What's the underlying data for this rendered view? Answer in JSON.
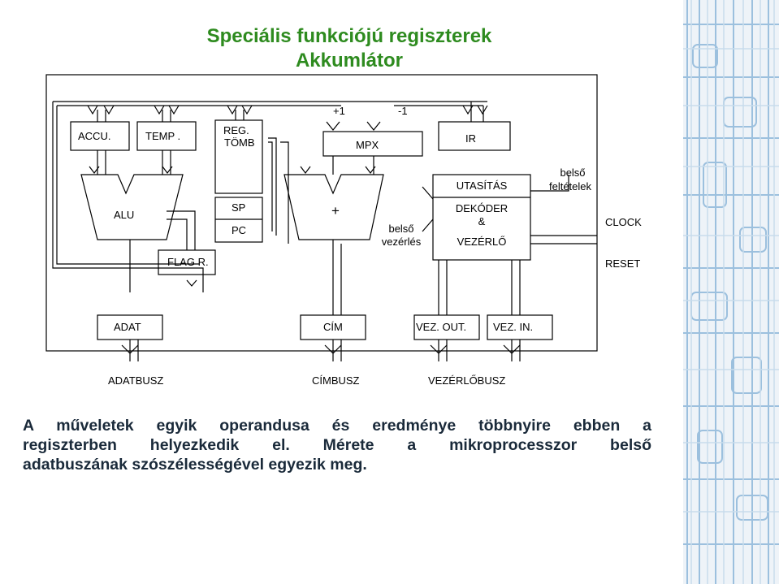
{
  "title": {
    "line1": "Speciális funkciójú regiszterek",
    "line2": "Akkumlátor"
  },
  "diagram": {
    "accu": "ACCU.",
    "temp": "TEMP .",
    "reg1": "REG.",
    "reg2": "TÖMB",
    "plus1": "+1",
    "minus1": "-1",
    "mpx": "MPX",
    "ir": "IR",
    "alu": "ALU",
    "sp": "SP",
    "pc": "PC",
    "plus": "+",
    "belso_vez1": "belső",
    "belso_vez2": "vezérlés",
    "utasitas": "UTASÍTÁS",
    "dekoder": "DEKÓDER",
    "amp": "&",
    "vezerlo": "VEZÉRLŐ",
    "belso_felt1": "belső",
    "belso_felt2": "feltételek",
    "clock": "CLOCK",
    "flag": "FLAG R.",
    "reset": "RESET",
    "adat": "ADAT",
    "cim": "CÍM",
    "vez_out": "VEZ. OUT.",
    "vez_in": "VEZ. IN.",
    "adatbusz": "ADATBUSZ",
    "cimbusz": "CÍMBUSZ",
    "vezerlobusz": "VEZÉRLŐBUSZ"
  },
  "paragraph": {
    "line1": "A műveletek egyik operandusa és eredménye többnyire ebben a",
    "line2": "regiszterben helyezkedik el. Mérete a mikroprocesszor belső",
    "line3": "adatbuszának szószélességével egyezik meg."
  },
  "colors": {
    "title": "#2e8b1f",
    "decoration": "#5b9bd5"
  }
}
